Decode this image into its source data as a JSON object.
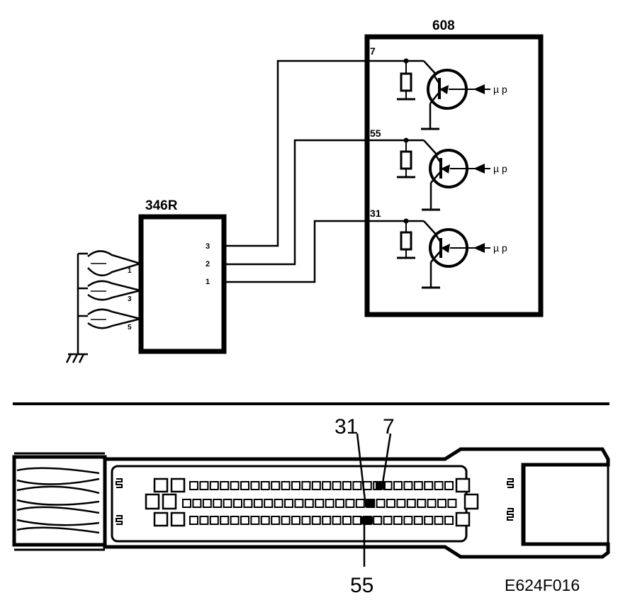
{
  "ecu": {
    "id": "608",
    "pins": [
      "7",
      "55",
      "31"
    ],
    "input_label": "µ p"
  },
  "component": {
    "id": "346R",
    "pins": [
      "3",
      "2",
      "1"
    ],
    "sensor_pins": [
      "1",
      "3",
      "5"
    ]
  },
  "connector": {
    "top_labels": [
      "31",
      "7"
    ],
    "bottom_label": "55"
  },
  "figure_code": "E624F016"
}
